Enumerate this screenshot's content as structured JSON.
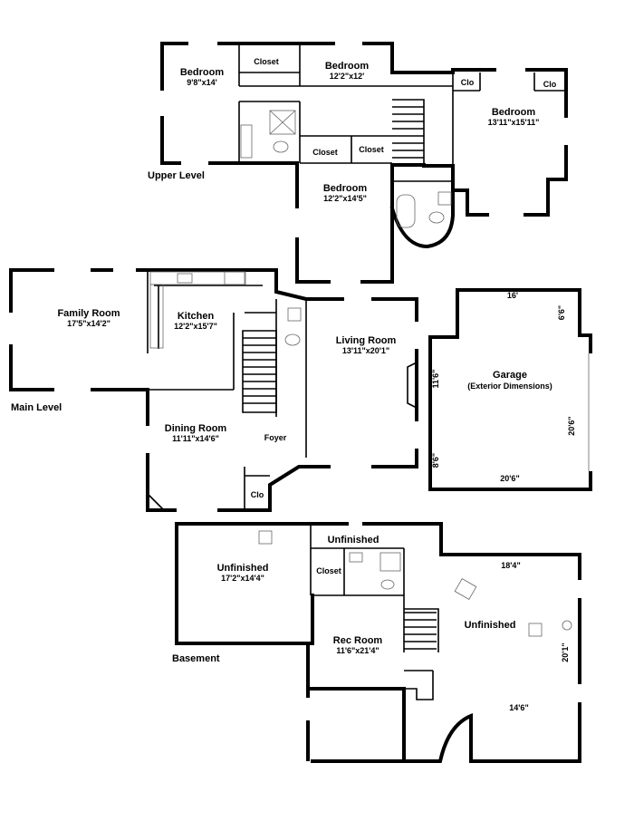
{
  "sections": {
    "upper": "Upper Level",
    "main": "Main Level",
    "basement": "Basement"
  },
  "upper": {
    "bedroom_nw": {
      "name": "Bedroom",
      "dims": "9'8\"x14'"
    },
    "closet_a": "Closet",
    "bedroom_n": {
      "name": "Bedroom",
      "dims": "12'2\"x12'"
    },
    "clo_1": "Clo",
    "clo_2": "Clo",
    "bedroom_e": {
      "name": "Bedroom",
      "dims": "13'11\"x15'11\""
    },
    "closet_b": "Closet",
    "closet_c": "Closet",
    "bedroom_s": {
      "name": "Bedroom",
      "dims": "12'2\"x14'5\""
    }
  },
  "main": {
    "family_room": {
      "name": "Family Room",
      "dims": "17'5\"x14'2\""
    },
    "kitchen": {
      "name": "Kitchen",
      "dims": "12'2\"x15'7\""
    },
    "living_room": {
      "name": "Living Room",
      "dims": "13'11\"x20'1\""
    },
    "dining_room": {
      "name": "Dining Room",
      "dims": "11'11\"x14'6\""
    },
    "foyer": "Foyer",
    "clo": "Clo",
    "garage": {
      "name": "Garage",
      "note": "(Exterior Dimensions)",
      "dim_top": "16'",
      "dim_top_right": "6'6\"",
      "dim_left_upper": "11'6\"",
      "dim_right": "20'6\"",
      "dim_left_lower": "8'6\"",
      "dim_bottom": "20'6\""
    }
  },
  "basement": {
    "unfinished_w": {
      "name": "Unfinished",
      "dims": "17'2\"x14'4\""
    },
    "unfinished_n": "Unfinished",
    "closet": "Closet",
    "rec_room": {
      "name": "Rec Room",
      "dims": "11'6\"x21'4\""
    },
    "unfinished_e": {
      "name": "Unfinished",
      "dim_top": "18'4\"",
      "dim_right": "20'1\"",
      "dim_bottom": "14'6\""
    }
  }
}
